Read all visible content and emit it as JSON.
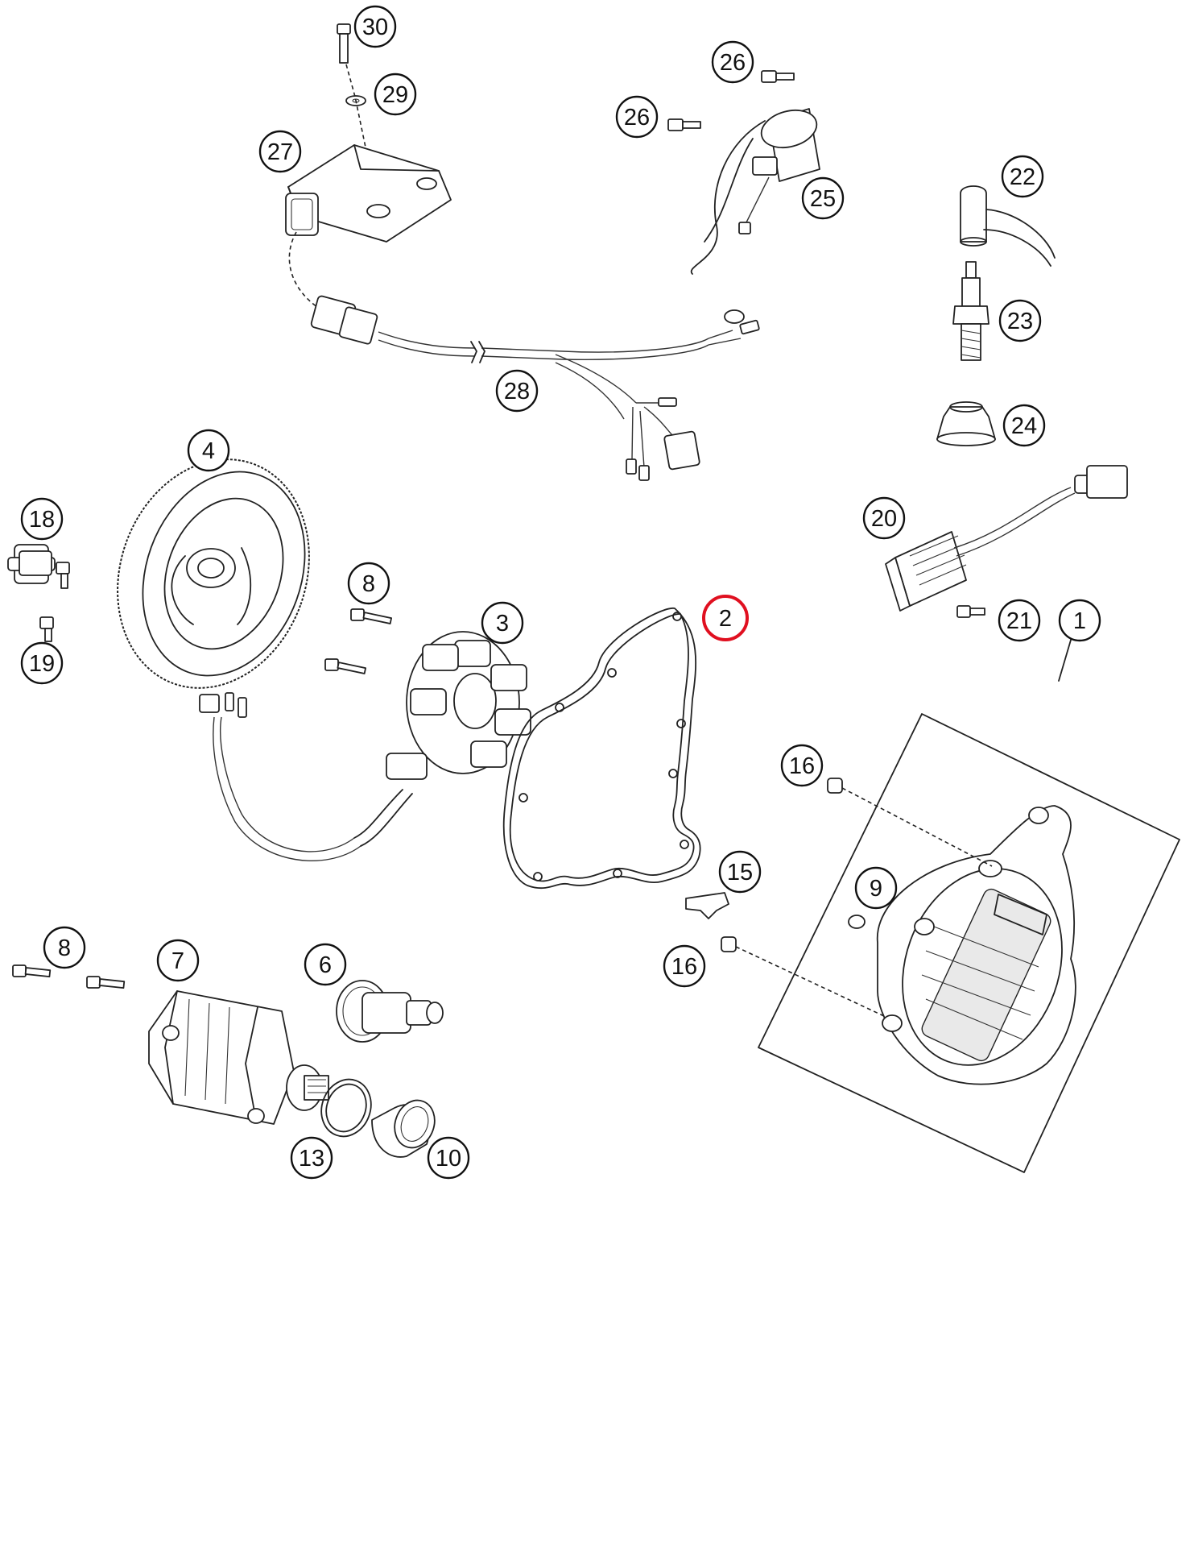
{
  "diagram": {
    "callouts": [
      {
        "id": "c30",
        "label": "30"
      },
      {
        "id": "c29",
        "label": "29"
      },
      {
        "id": "c27",
        "label": "27"
      },
      {
        "id": "c26a",
        "label": "26"
      },
      {
        "id": "c26b",
        "label": "26"
      },
      {
        "id": "c25",
        "label": "25"
      },
      {
        "id": "c22",
        "label": "22"
      },
      {
        "id": "c23",
        "label": "23"
      },
      {
        "id": "c24",
        "label": "24"
      },
      {
        "id": "c28",
        "label": "28"
      },
      {
        "id": "c4",
        "label": "4"
      },
      {
        "id": "c18",
        "label": "18"
      },
      {
        "id": "c19",
        "label": "19"
      },
      {
        "id": "c20",
        "label": "20"
      },
      {
        "id": "c21",
        "label": "21"
      },
      {
        "id": "c8a",
        "label": "8"
      },
      {
        "id": "c3",
        "label": "3"
      },
      {
        "id": "c2",
        "label": "2",
        "highlighted": true
      },
      {
        "id": "c1",
        "label": "1"
      },
      {
        "id": "c16a",
        "label": "16"
      },
      {
        "id": "c9",
        "label": "9"
      },
      {
        "id": "c15",
        "label": "15"
      },
      {
        "id": "c16b",
        "label": "16"
      },
      {
        "id": "c8b",
        "label": "8"
      },
      {
        "id": "c7",
        "label": "7"
      },
      {
        "id": "c6",
        "label": "6"
      },
      {
        "id": "c13",
        "label": "13"
      },
      {
        "id": "c10",
        "label": "10"
      }
    ],
    "colors": {
      "line": "#222222",
      "highlight": "#e01020",
      "background": "#ffffff"
    }
  }
}
